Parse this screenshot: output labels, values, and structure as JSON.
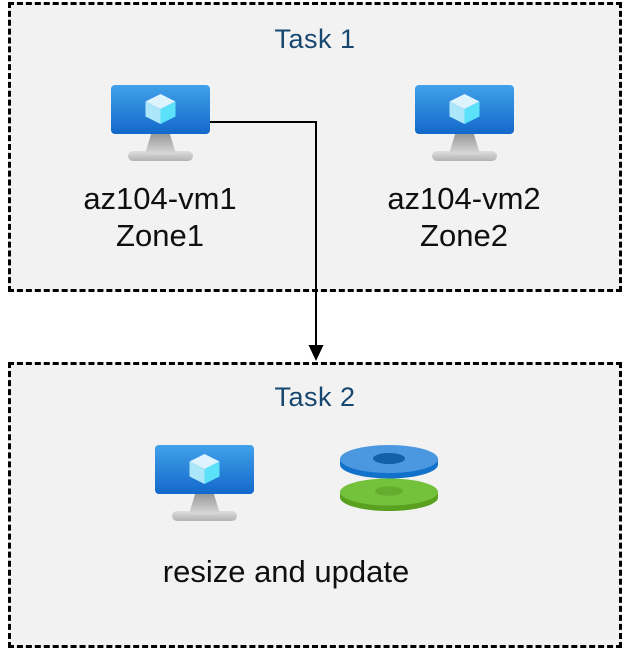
{
  "task1": {
    "title": "Task 1",
    "vms": [
      {
        "name": "az104-vm1",
        "zone": "Zone1"
      },
      {
        "name": "az104-vm2",
        "zone": "Zone2"
      }
    ]
  },
  "task2": {
    "title": "Task 2",
    "caption": "resize and update"
  },
  "arrow": {
    "from": "az104-vm1",
    "to": "Task 2"
  },
  "icons": {
    "vm": "virtual-machine-icon",
    "disks": "managed-disks-icon"
  },
  "colors": {
    "title_text": "#17466e",
    "body_text": "#0f0f0f",
    "box_fill": "#f2f2f2",
    "box_border": "#000000",
    "arrow": "#000000",
    "vm_screen_top": "#41a1e9",
    "vm_screen_bottom": "#1368cb",
    "vm_cube_top": "#ddf3fd",
    "vm_cube_left": "#abe7f8",
    "vm_cube_right": "#5ce1fa",
    "disk_blue_face": "#4c98e0",
    "disk_blue_rim": "#1271cb",
    "disk_blue_hole": "#1261a8",
    "disk_green_face": "#74c13c",
    "disk_green_rim": "#59a021",
    "disk_green_hole": "#65ad2e"
  }
}
